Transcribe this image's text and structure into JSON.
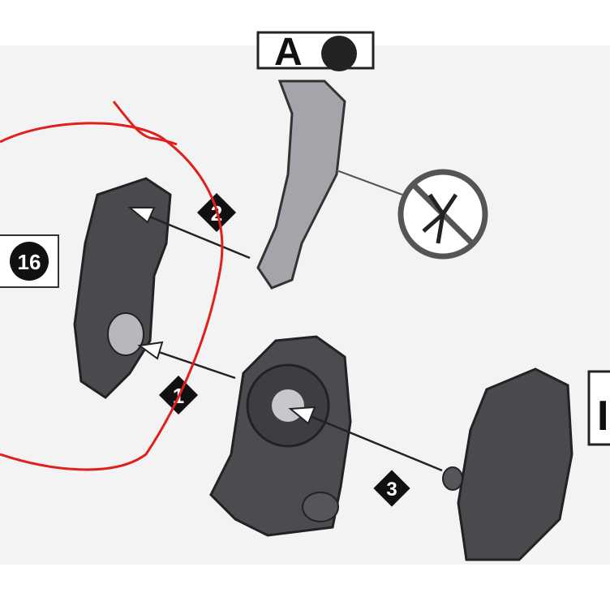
{
  "part_label_top": {
    "letter": "A"
  },
  "part_label_left": {
    "number": "16"
  },
  "part_label_right": {
    "letter": "I"
  },
  "steps": [
    {
      "number": "1"
    },
    {
      "number": "2"
    },
    {
      "number": "3"
    }
  ],
  "colors": {
    "part_dark": "#4a4a4e",
    "part_light": "#9a9aa0",
    "annotation": "#e0201c",
    "background": "#f3f3f3"
  },
  "icons": [
    "no-nipper-icon"
  ]
}
